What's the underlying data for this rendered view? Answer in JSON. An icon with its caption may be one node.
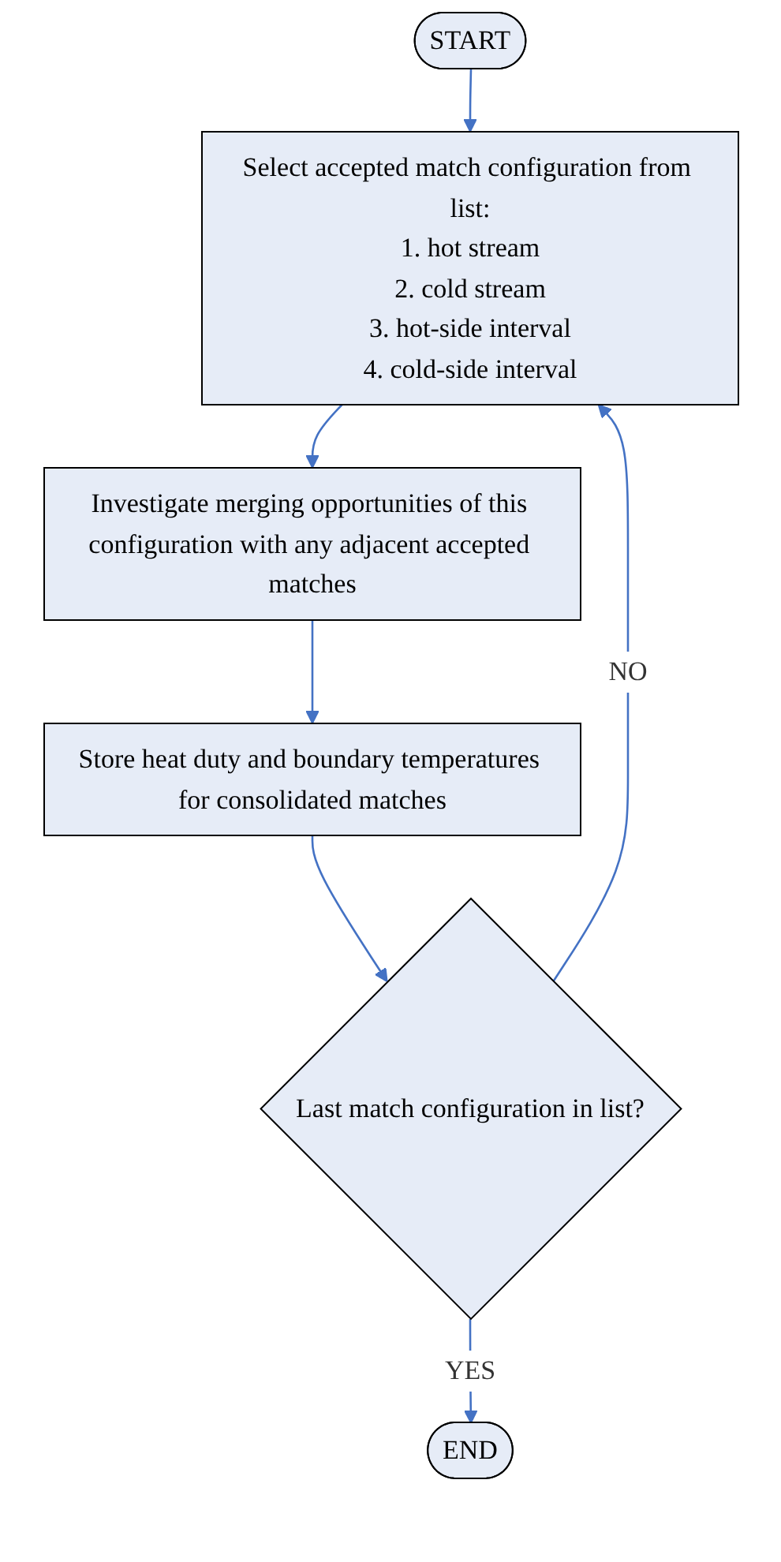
{
  "diagram": {
    "nodes": [
      {
        "text": [
          "START"
        ]
      },
      {
        "text": [
          "Select accepted match configuration from list:",
          "1. hot stream",
          "2. cold stream",
          "3. hot-side interval",
          "4. cold-side interval"
        ]
      },
      {
        "text": [
          "Investigate merging opportunities of this configuration with any adjacent accepted matches"
        ]
      },
      {
        "text": [
          "Store heat duty and boundary temperatures for consolidated matches"
        ]
      },
      {
        "text": [
          "Last match configuration in list?"
        ]
      },
      {
        "text": [
          "END"
        ]
      }
    ],
    "edges": [
      {
        "from": 0,
        "to": 1,
        "arrow": "to"
      },
      {
        "from": 1,
        "to": 2,
        "arrow": "to"
      },
      {
        "from": 2,
        "to": 3,
        "arrow": "to"
      },
      {
        "from": 3,
        "to": 4,
        "arrow": "to"
      },
      {
        "from": 4,
        "to": 5,
        "arrow": "to",
        "label": "YES"
      },
      {
        "from": 4,
        "to": 1,
        "arrow": "to",
        "label": "NO"
      }
    ]
  }
}
